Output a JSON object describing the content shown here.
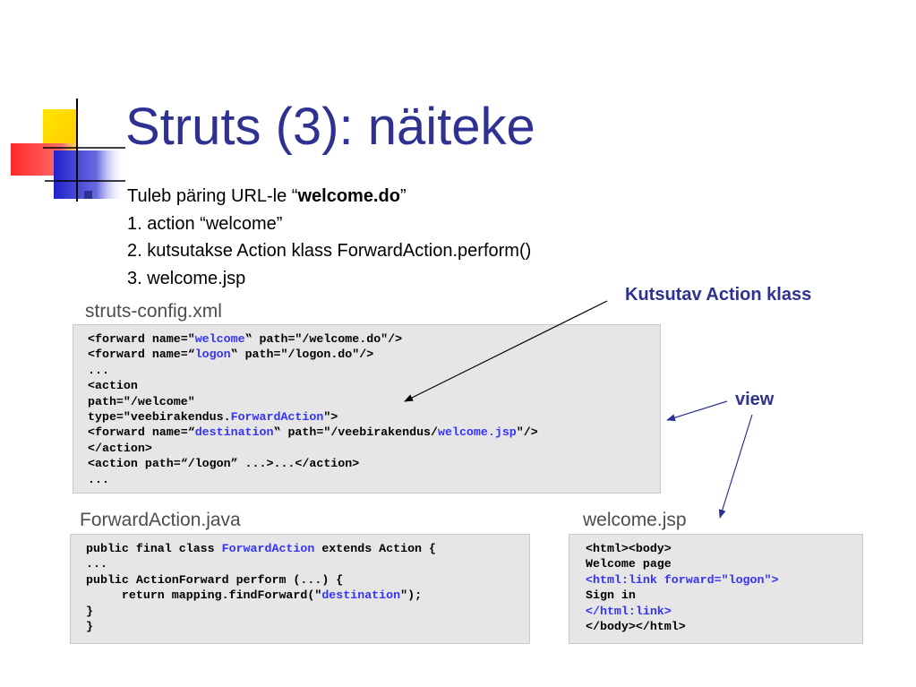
{
  "title": "Struts (3): näiteke",
  "bullets": {
    "line1_prefix": "Tuleb päring URL-le “",
    "line1_bold": "welcome.do",
    "line1_suffix": "”",
    "line2": "1. action “welcome”",
    "line3": "2. kutsutakse Action klass ForwardAction.perform()",
    "line4": "3. welcome.jsp"
  },
  "callouts": {
    "action_class": "Kutsutav Action klass",
    "view": "view"
  },
  "struts_config": {
    "label": "struts-config.xml",
    "l1a": "<forward name=\"",
    "l1b": "welcome",
    "l1c": "‟ path=\"/welcome.do\"/>",
    "l2a": "<forward name=“",
    "l2b": "logon",
    "l2c": "‟ path=\"/logon.do\"/>",
    "l3": "...",
    "l4": "<action",
    "l5": "path=\"/welcome\"",
    "l6a": "type=\"veebirakendus.",
    "l6b": "ForwardAction",
    "l6c": "\">",
    "l7a": "<forward name=“",
    "l7b": "destination",
    "l7c": "‟ path=\"/veebirakendus/",
    "l7d": "welcome.jsp",
    "l7e": "\"/>",
    "l8": "</action>",
    "l9": "<action path=“/logon” ...>...</action>",
    "l10": "..."
  },
  "forward_action": {
    "label": "ForwardAction.java",
    "l1a": "public final class ",
    "l1b": "ForwardAction",
    "l1c": " extends Action {",
    "l2": "...",
    "l3": "public ActionForward perform (...) {",
    "l4a": "     return mapping.findForward(\"",
    "l4b": "destination",
    "l4c": "\");",
    "l5": "}",
    "l6": "}"
  },
  "welcome_jsp": {
    "label": "welcome.jsp",
    "l1": "<html><body>",
    "l2": "Welcome page",
    "l3": "<html:link forward=\"logon\">",
    "l4": "Sign in",
    "l5": "</html:link>",
    "l6": "</body></html>"
  },
  "colors": {
    "title": "#2e3192",
    "highlight": "#3333ff",
    "code_background": "#e6e6e6",
    "logo_yellow": "#ffd700",
    "logo_blue": "#3333cc",
    "logo_red": "#ff3333"
  }
}
